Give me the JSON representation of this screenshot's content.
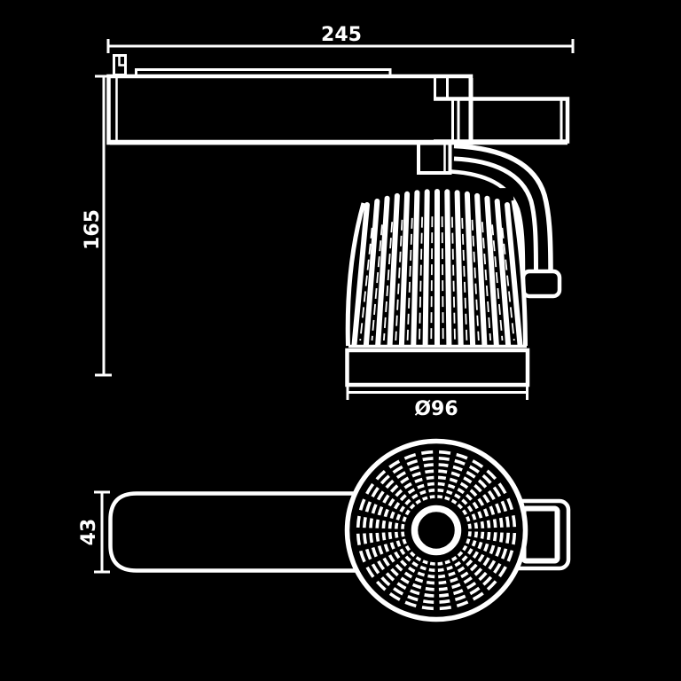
{
  "drawing": {
    "kind": "track-spotlight-technical-drawing",
    "colors": {
      "background": "#000000",
      "line": "#ffffff"
    },
    "dimensions": {
      "track_length": "245",
      "overall_height": "165",
      "head_diameter": "Ø96",
      "track_depth": "43"
    }
  }
}
